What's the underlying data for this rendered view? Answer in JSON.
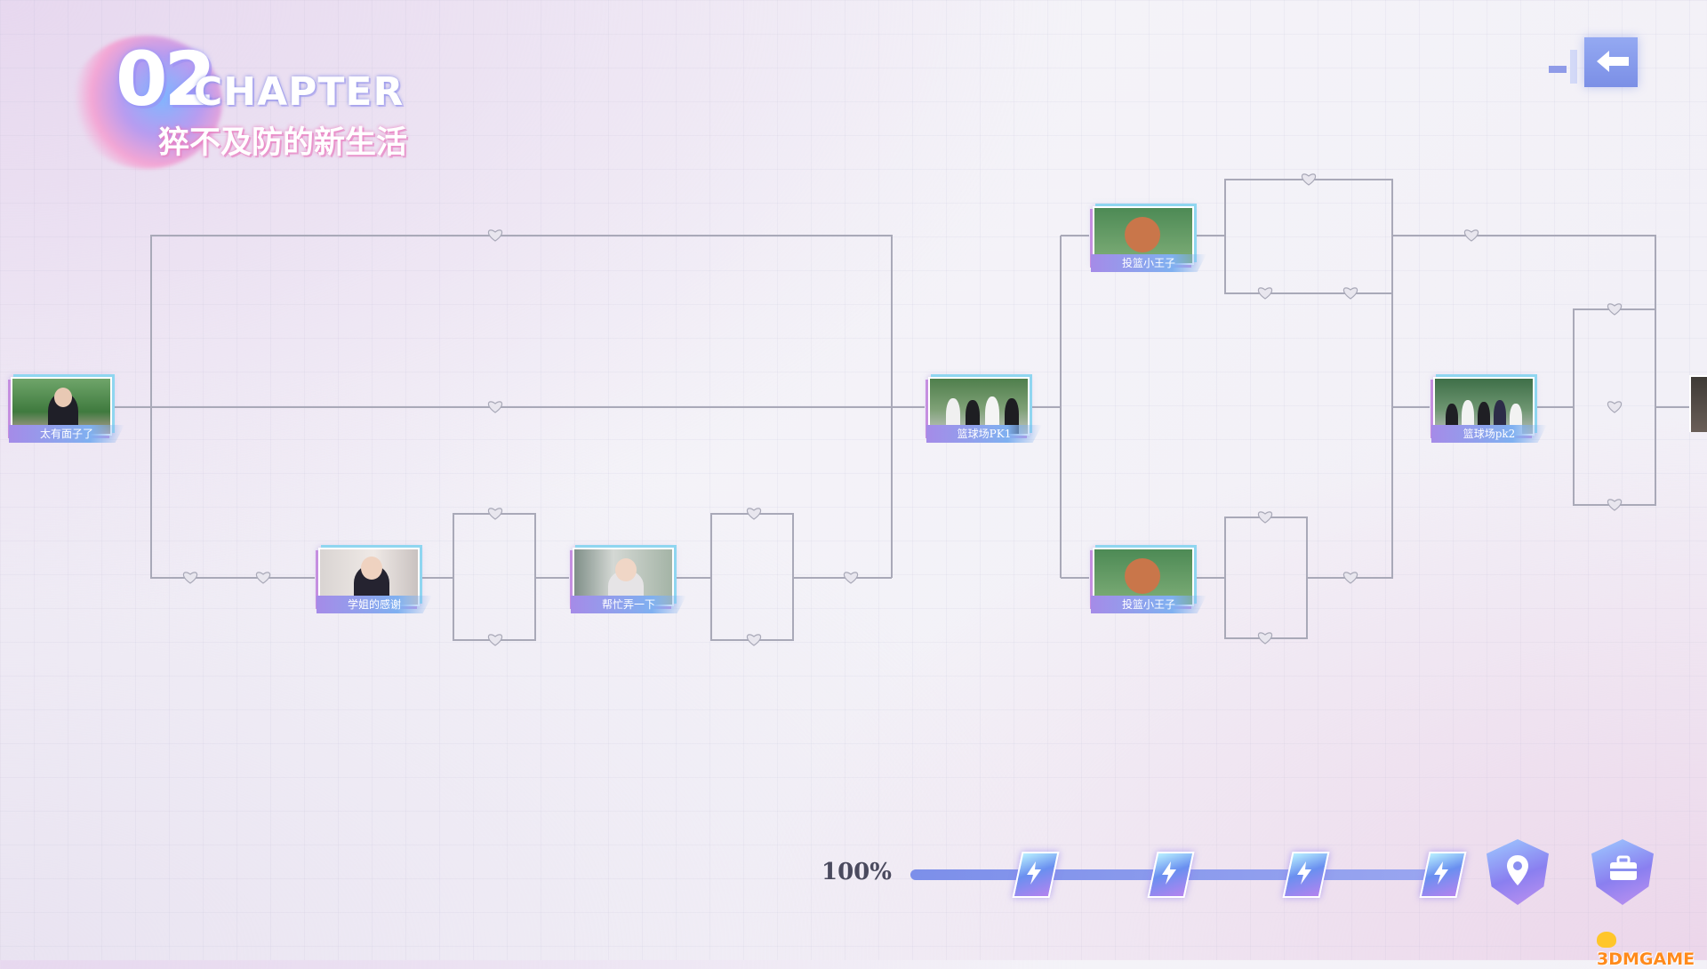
{
  "chapter": {
    "number": "02",
    "word": "CHAPTER",
    "title": "猝不及防的新生活"
  },
  "nodes": [
    {
      "label": "太有面子了"
    },
    {
      "label": "学姐的感谢"
    },
    {
      "label": "帮忙弄一下"
    },
    {
      "label": "篮球场PK1"
    },
    {
      "label": "投篮小王子"
    },
    {
      "label": "投篮小王子"
    },
    {
      "label": "篮球场pk2"
    }
  ],
  "progress": {
    "percent_label": "100%",
    "value": 1.0
  },
  "rewards": [
    "lightning-card-icon",
    "lightning-card-icon",
    "lightning-card-icon",
    "lightning-card-icon"
  ],
  "buttons": {
    "location": "map-pin-icon",
    "inventory": "briefcase-icon",
    "back": "back-arrow-icon"
  },
  "colors": {
    "accent": "#7c8fea",
    "pink": "#ec78be",
    "line": "#a9a9b8"
  },
  "watermark": "3DMGAME"
}
